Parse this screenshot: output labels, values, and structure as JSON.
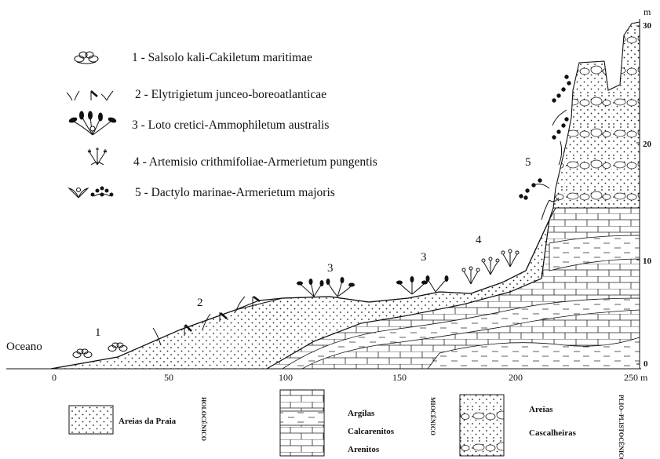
{
  "legend": [
    {
      "number": "1",
      "text": "1 - Salsolo kali-Cakiletum maritimae",
      "icon": "kali-flower-icon"
    },
    {
      "number": "2",
      "text": "2 - Elytrigietum junceo-boreoatlanticae",
      "icon": "grass-icon"
    },
    {
      "number": "3",
      "text": "3 - Loto cretici-Ammophiletum  australis",
      "icon": "ammophila-icon"
    },
    {
      "number": "4",
      "text": "4 - Artemisio crithmifoliae-Armerietum pungentis",
      "icon": "artemisia-icon"
    },
    {
      "number": "5",
      "text": "5 -  Dactylo marinae-Armerietum majoris",
      "icon": "armeria-icon"
    }
  ],
  "profile": {
    "ocean_label": "Oceano",
    "zone_labels": [
      "1",
      "2",
      "3",
      "3",
      "4",
      "5"
    ],
    "x_axis": {
      "ticks": [
        "0",
        "50",
        "100",
        "150",
        "200",
        "250 m"
      ],
      "range": [
        0,
        250
      ]
    },
    "y_axis": {
      "unit": "m",
      "ticks": [
        "0",
        "10",
        "20",
        "30"
      ],
      "range": [
        0,
        30
      ]
    }
  },
  "key": {
    "beach_sand": {
      "label": "Areias da Praia",
      "era": "HOLOCÉNICO"
    },
    "miocene": {
      "labels": [
        "Argilas",
        "Calcarenitos",
        "Arenitos"
      ],
      "era": "MIOCÉNICO"
    },
    "plio": {
      "labels": [
        "Areias",
        "Cascalheiras"
      ],
      "era": "PLIO--PLISTOCÉNICO"
    }
  },
  "colors": {
    "ink": "#111111",
    "background": "#ffffff"
  }
}
